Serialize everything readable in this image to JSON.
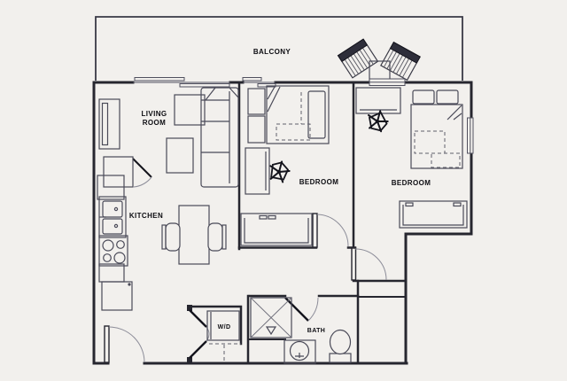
{
  "title": "Apartment floor plan - 2 bedroom unit",
  "colors": {
    "background": "#f2f0ed",
    "wall": "#26262f",
    "furniture": "#4a4a58",
    "door": "#8d8d99",
    "text": "#0d0d12"
  },
  "rooms": {
    "balcony": {
      "label": "BALCONY"
    },
    "living_room": {
      "label": "LIVING ROOM",
      "line1": "LIVING",
      "line2": "ROOM"
    },
    "kitchen": {
      "label": "KITCHEN"
    },
    "bedroom1": {
      "label": "BEDROOM"
    },
    "bedroom2": {
      "label": "BEDROOM"
    },
    "bath": {
      "label": "BATH"
    },
    "laundry": {
      "label": "W/D"
    }
  },
  "fixtures": {
    "balcony": [
      "lounge-chair",
      "lounge-chair",
      "side-table"
    ],
    "living_room": [
      "media-console",
      "end-table",
      "coffee-table",
      "sofa",
      "closet"
    ],
    "kitchen": [
      "upper-counter",
      "double-sink",
      "stove",
      "lower-counter",
      "refrigerator",
      "dining-table",
      "chair",
      "chair"
    ],
    "bedroom1": [
      "shelving",
      "bed",
      "desk",
      "desk-chair",
      "dresser"
    ],
    "bedroom2": [
      "desk",
      "desk-chair",
      "bed",
      "dresser",
      "window"
    ],
    "bath": [
      "shower",
      "vanity-sink",
      "toilet"
    ],
    "laundry": [
      "washer-dryer",
      "bifold-doors"
    ]
  }
}
